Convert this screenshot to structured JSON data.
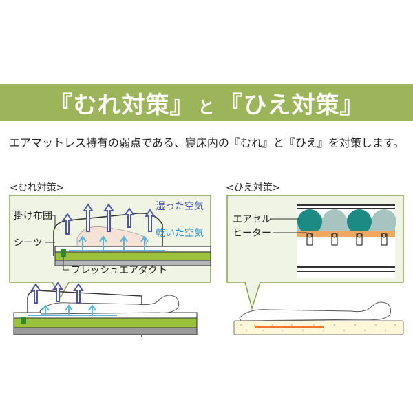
{
  "banner": {
    "part1": "『むれ対策』",
    "connector": "と",
    "part2": "『ひえ対策』"
  },
  "intro": {
    "text": "エアマットレス特有の弱点である、寝床内の『むれ』と『ひえ』を対策します。"
  },
  "mure": {
    "label": "<むれ対策>",
    "wet_air": "湿った空気",
    "dry_air": "乾いた空気",
    "futon": "掛け布団",
    "sheet": "シーツ",
    "duct": "フレッシュエアダクト"
  },
  "hie": {
    "label": "<ひえ対策>",
    "air_cell": "エアセル",
    "heater": "ヒーター"
  },
  "colors": {
    "banner": "#9cb55a",
    "panel_bg": "#f0f4e4",
    "panel_border": "#8aa24c",
    "wet_arrow": "#4d55a8",
    "dry_arrow": "#5ab5e0",
    "mat_green": "#9cc23c",
    "cell_teal": "#1d8a84",
    "cell_gray": "#a8c4c0",
    "heater_orange": "#f0a860"
  }
}
